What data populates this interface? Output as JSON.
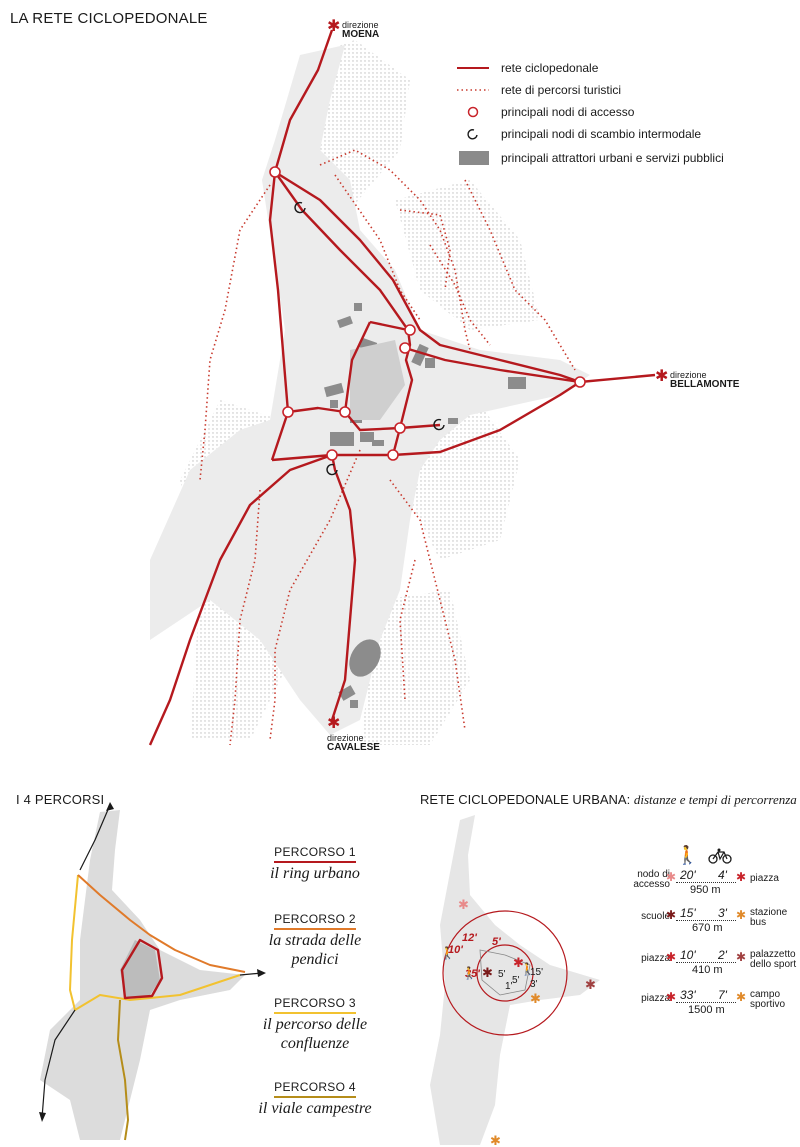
{
  "main_map": {
    "title": "LA RETE CICLOPEDONALE",
    "legend": [
      {
        "type": "solid-line",
        "label": "rete ciclopedonale",
        "color": "#b5191e"
      },
      {
        "type": "dotted-line",
        "label": "rete di percorsi turistici",
        "color": "#c83a2e"
      },
      {
        "type": "circle",
        "label": "principali nodi di accesso",
        "color": "#c8232a"
      },
      {
        "type": "circle-arrow",
        "label": "principali nodi di scambio intermodale",
        "color": "#1a1a1a"
      },
      {
        "type": "gray-box",
        "label": "principali attrattori urbani e servizi pubblici",
        "color": "#8a8a8a"
      }
    ],
    "directions": [
      {
        "prefix": "direzione",
        "name": "MOENA"
      },
      {
        "prefix": "direzione",
        "name": "BELLAMONTE"
      },
      {
        "prefix": "direzione",
        "name": "CAVALESE"
      }
    ],
    "colors": {
      "network": "#b5191e",
      "area": "#ececec",
      "buildings": "#8c8c8c"
    }
  },
  "routes_panel": {
    "title": "I 4 PERCORSI",
    "routes": [
      {
        "label": "PERCORSO 1",
        "description": "il ring urbano",
        "color": "#b5191e"
      },
      {
        "label": "PERCORSO 2",
        "description": "la strada delle pendici",
        "color": "#e07a2a"
      },
      {
        "label": "PERCORSO 3",
        "description": "il percorso delle confluenze",
        "color": "#f2c230"
      },
      {
        "label": "PERCORSO 4",
        "description": "il viale campestre",
        "color": "#b58d1a"
      }
    ]
  },
  "urban_panel": {
    "title_bold": "RETE CICLOPEDONALE URBANA:",
    "title_italic": "distanze e tempi di percorrenza",
    "icons": [
      "walking-icon",
      "bicycle-icon"
    ],
    "map_times": [
      "10'",
      "12'",
      "5'",
      "5'",
      "5'",
      "15'",
      "1'",
      "3'",
      "35'"
    ],
    "rows": [
      {
        "from": "nodo di accesso",
        "walk": "20'",
        "bike": "4'",
        "distance": "950 m",
        "to": "piazza",
        "from_color": "#e88a8a",
        "to_color": "#c8232a"
      },
      {
        "from": "scuole",
        "walk": "15'",
        "bike": "3'",
        "distance": "670 m",
        "to": "stazione bus",
        "from_color": "#7a1a1a",
        "to_color": "#e08a2a"
      },
      {
        "from": "piazza",
        "walk": "10'",
        "bike": "2'",
        "distance": "410 m",
        "to": "palazzetto dello sport",
        "from_color": "#c8232a",
        "to_color": "#a04040"
      },
      {
        "from": "piazza",
        "walk": "33'",
        "bike": "7'",
        "distance": "1500 m",
        "to": "campo sportivo",
        "from_color": "#c8232a",
        "to_color": "#e08a2a"
      }
    ]
  }
}
